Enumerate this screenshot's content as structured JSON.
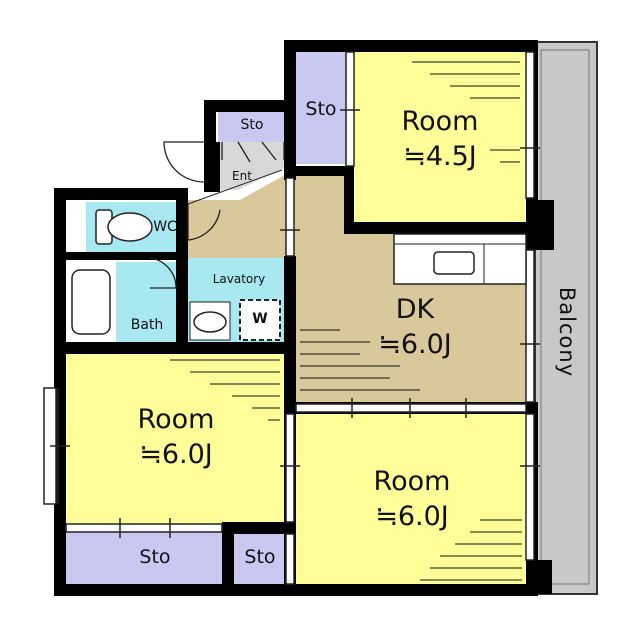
{
  "colors": {
    "wall": "#000000",
    "room": "#ffff99",
    "dk": "#d8c89a",
    "storage": "#c8c8f0",
    "wet": "#a8e8f0",
    "balcony": "#c8c8c8",
    "fixture": "#ffffff"
  },
  "rooms": {
    "room_top": {
      "label": "Room",
      "size": "≒4.5J"
    },
    "room_left": {
      "label": "Room",
      "size": "≒6.0J"
    },
    "room_bottom_right": {
      "label": "Room",
      "size": "≒6.0J"
    },
    "dk": {
      "label": "DK",
      "size": "≒6.0J"
    }
  },
  "storage": {
    "top": "Sto",
    "entrance": "Sto",
    "bottom_left": "Sto",
    "bottom_mid": "Sto"
  },
  "facilities": {
    "entrance": "Ent",
    "wc": "WC",
    "bath": "Bath",
    "lavatory": "Lavatory",
    "washer": "W"
  },
  "balcony": "Balcony"
}
